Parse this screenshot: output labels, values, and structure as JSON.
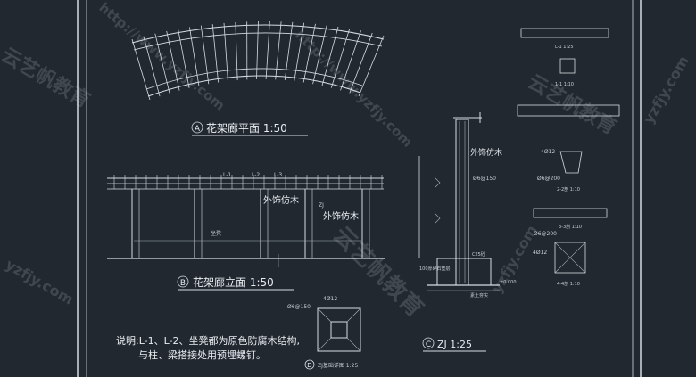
{
  "watermarks": {
    "brand_left": "云艺帆教育",
    "brand_mid": "云艺帆教育",
    "brand_right": "云艺帆教育",
    "url_1": "http://www.yzfjy.com",
    "url_2": "http://www.yzfjy.com",
    "url_3": "yzfjy.com",
    "url_4": "yzfjy.com",
    "url_right": "yzfjy.com"
  },
  "views": {
    "plan": {
      "letter": "A",
      "title": "花架廊平面  1:50"
    },
    "elevation": {
      "letter": "B",
      "title": "花架廊立面  1:50",
      "labels": [
        "L-1",
        "L-2",
        "L-3",
        "外饰仿木",
        "外饰仿木",
        "坐凳",
        "ZJ"
      ]
    },
    "column": {
      "letter": "C",
      "title": "ZJ  1:25",
      "labels": [
        "外饰仿木",
        "Ø6@150",
        "C25砼",
        "100厚碎石垫层",
        "素土夯实",
        "±0.000"
      ]
    },
    "detail": {
      "letter": "D",
      "title": "ZJ基础详图 1:25",
      "labels": [
        "4Ø12",
        "Ø6@150"
      ]
    },
    "sections": {
      "labels": [
        "L-1 1:25",
        "1-1 1:10",
        "4Ø12",
        "Ø6@200",
        "2-2剖 1:10",
        "Ø6@200",
        "3-3剖 1:10",
        "4Ø12",
        "4-4剖 1:10"
      ]
    }
  },
  "notes": {
    "line1": "说明:L-1、L-2、坐凳都为原色防腐木结构,",
    "line2": "与柱、梁搭接处用预埋螺钉。"
  },
  "colors": {
    "background": "#212830",
    "linework": "#d6dde2"
  }
}
